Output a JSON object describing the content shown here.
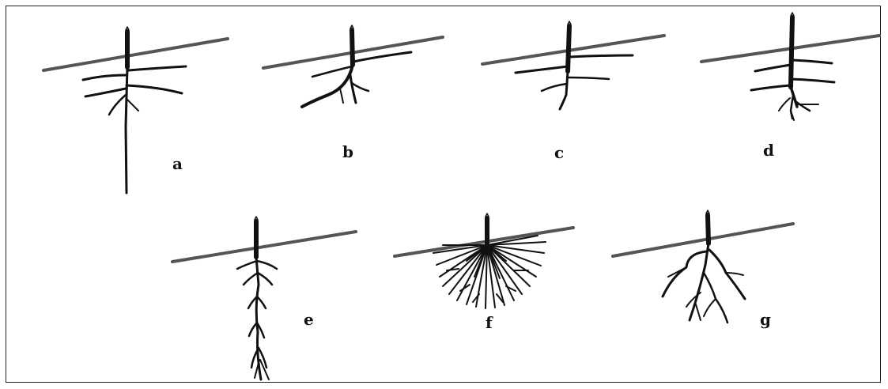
{
  "colors": {
    "ink": "#111111",
    "soil_line": "#555555",
    "border": "#222222",
    "background": "#ffffff"
  },
  "panels": [
    {
      "id": "a",
      "label": "a",
      "root_type": "taproot"
    },
    {
      "id": "b",
      "label": "b",
      "root_type": "oblique lateral roots"
    },
    {
      "id": "c",
      "label": "c",
      "root_type": "shallow lateral roots"
    },
    {
      "id": "d",
      "label": "d",
      "root_type": "branched lateral roots"
    },
    {
      "id": "e",
      "label": "e",
      "root_type": "central root with short branches"
    },
    {
      "id": "f",
      "label": "f",
      "root_type": "dense fibrous roots"
    },
    {
      "id": "g",
      "label": "g",
      "root_type": "spreading branched roots"
    }
  ]
}
